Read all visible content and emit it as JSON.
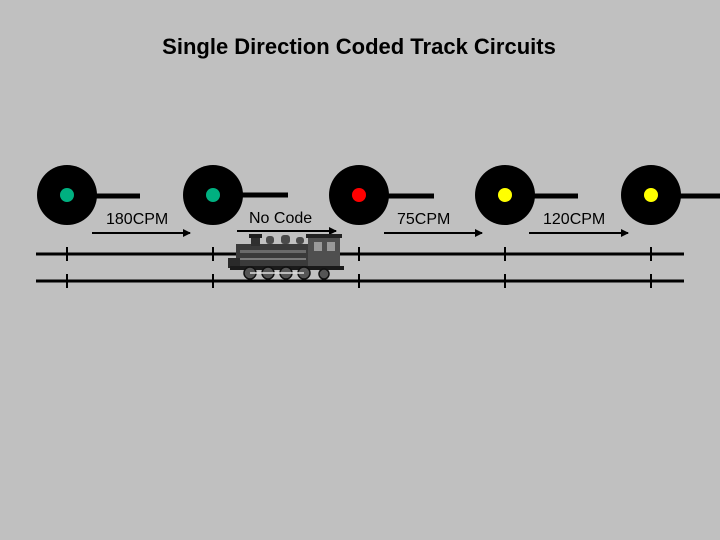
{
  "title": "Single Direction Coded Track Circuits",
  "signals": [
    {
      "aspect": "green",
      "color": "#00b080"
    },
    {
      "aspect": "green",
      "color": "#00b080"
    },
    {
      "aspect": "red",
      "color": "#ff0000"
    },
    {
      "aspect": "yellow",
      "color": "#ffff00"
    },
    {
      "aspect": "yellow",
      "color": "#ffff00"
    }
  ],
  "codes": [
    "180CPM",
    "No Code",
    "75CPM",
    "120CPM"
  ],
  "train": {
    "icon": "steam-locomotive-icon",
    "occupied_block": 2
  },
  "colors": {
    "background": "#c0c0c0",
    "rail": "#000000",
    "signal_head": "#000000"
  }
}
